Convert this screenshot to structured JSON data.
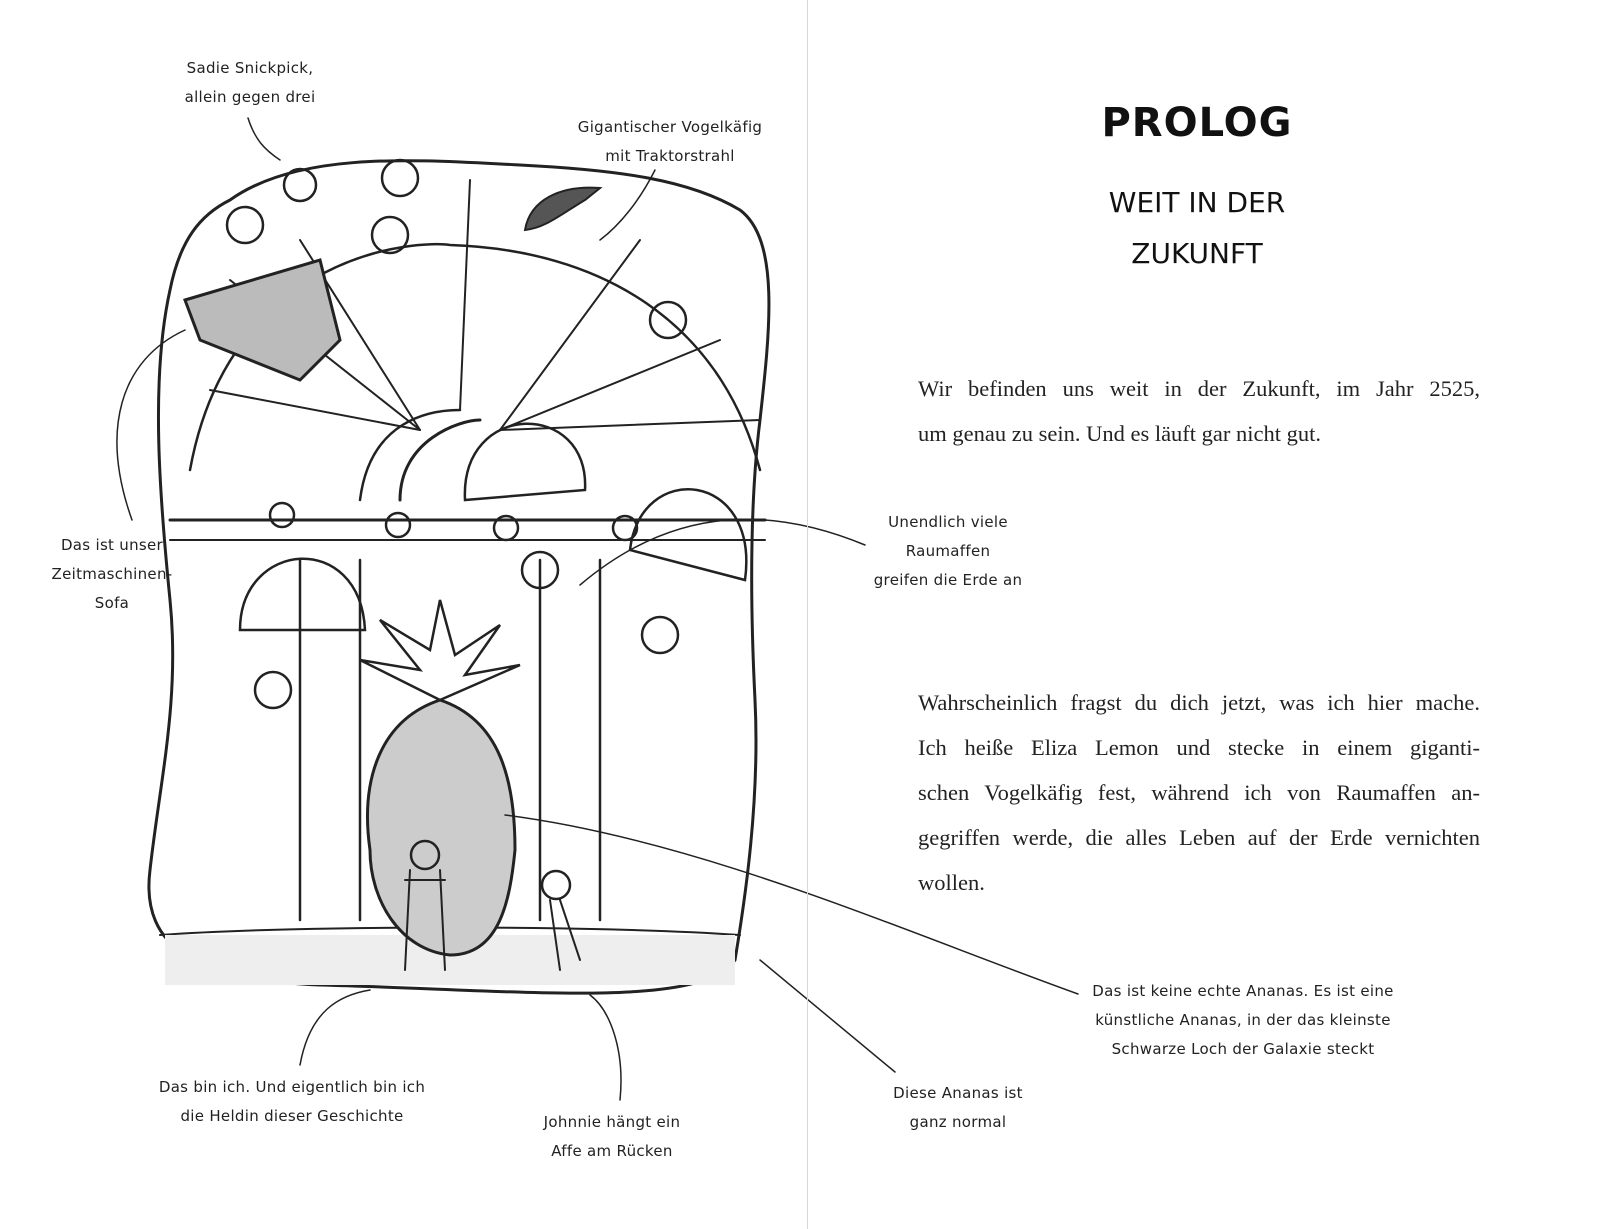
{
  "left_page": {
    "annotations": {
      "sadie": [
        "Sadie Snickpick,",
        "allein gegen drei"
      ],
      "vogelkaefig": [
        "Gigantischer Vogelkäfig",
        "mit Traktorstrahl"
      ],
      "sofa": [
        "Das ist unser",
        "Zeitmaschinen-",
        "Sofa"
      ],
      "raumaffen": [
        "Unendlich viele",
        "Raumaffen",
        "greifen die Erde an"
      ],
      "heldin": [
        "Das bin ich. Und eigentlich bin ich",
        "die Heldin dieser Geschichte"
      ],
      "johnnie": [
        "Johnnie hängt ein",
        "Affe am Rücken"
      ],
      "ananas_normal": [
        "Diese Ananas ist",
        "ganz normal"
      ],
      "ananas_kuenstlich": [
        "Das ist keine echte Ananas. Es ist eine",
        "künstliche Ananas, in der das kleinste",
        "Schwarze Loch der Galaxie steckt"
      ]
    }
  },
  "right_page": {
    "title": "PROLOG",
    "subtitle": [
      "WEIT IN DER",
      "ZUKUNFT"
    ],
    "paragraph1": [
      "Wir befinden uns weit in der Zukunft, im Jahr 2525,",
      "um genau zu sein. Und es läuft gar nicht gut."
    ],
    "paragraph2": [
      "Wahrscheinlich fragst du dich jetzt, was ich hier mache.",
      "Ich heiße Eliza Lemon und stecke in einem giganti-",
      "schen Vogelkäfig fest, während ich von Raumaffen an-",
      "gegriffen werde, die alles Leben auf der Erde vernichten",
      "wollen."
    ]
  }
}
